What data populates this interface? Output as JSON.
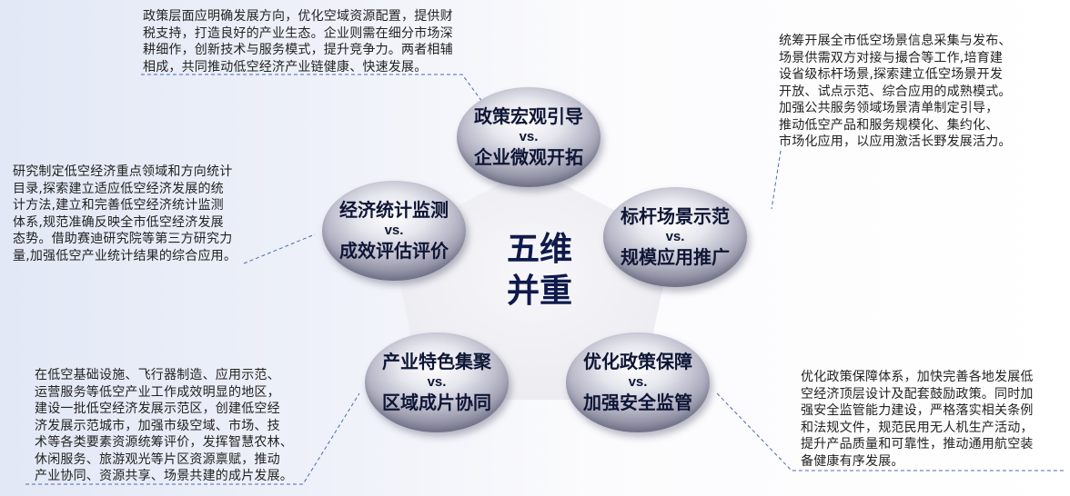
{
  "center": {
    "line1": "五维",
    "line2": "并重"
  },
  "nodes": [
    {
      "line1": "政策宏观引导",
      "vs": "vs.",
      "line2": "企业微观开拓"
    },
    {
      "line1": "标杆场景示范",
      "vs": "vs.",
      "line2": "规模应用推广"
    },
    {
      "line1": "优化政策保障",
      "vs": "vs.",
      "line2": "加强安全监管"
    },
    {
      "line1": "产业特色集聚",
      "vs": "vs.",
      "line2": "区域成片协同"
    },
    {
      "line1": "经济统计监测",
      "vs": "vs.",
      "line2": "成效评估评价"
    }
  ],
  "paragraphs": {
    "top": [
      "政策层面应明确发展方向，优化空域资源配置，提供财",
      "税支持，打造良好的产业生态。企业则需在细分市场深",
      "耕细作，创新技术与服务模式，提升竞争力。两者相辅",
      "相成，共同推动低空经济产业链健康、快速发展。"
    ],
    "top_right": [
      "统筹开展全市低空场景信息采集与发布、",
      "场景供需双方对接与撮合等工作,培育建",
      "设省级标杆场景,探索建立低空场景开发",
      "开放、试点示范、综合应用的成熟模式。",
      "加强公共服务领域场景清单制定引导，",
      "推动低空产品和服务规模化、集约化、",
      "市场化应用，以应用激活长野发展活力。"
    ],
    "left": [
      "研究制定低空经济重点领域和方向统计",
      "目录,探索建立适应低空经济发展的统",
      "计方法,建立和完善低空经济统计监测",
      "体系,规范准确反映全市低空经济发展",
      "态势。借助赛迪研究院等第三方研究力",
      "量,加强低空产业统计结果的综合应用。"
    ],
    "bottom_left": [
      "在低空基础设施、飞行器制造、应用示范、",
      "运营服务等低空产业工作成效明显的地区，",
      "建设一批低空经济发展示范区，创建低空经",
      "济发展示范城市，加强市级空域、市场、技",
      "术等各类要素资源统筹评价，发挥智慧农林、",
      "休闲服务、旅游观光等片区资源禀赋，推动",
      "产业协同、资源共享、场景共建的成片发展。"
    ],
    "bottom_right": [
      "优化政策保障体系，加快完善各地发展低",
      "空经济顶层设计及配套鼓励政策。同时加",
      "强安全监管能力建设，严格落实相关条例",
      "和法规文件，规范民用无人机生产活动，",
      "提升产品质量和可靠性，推动通用航空装",
      "备健康有序发展。"
    ]
  }
}
